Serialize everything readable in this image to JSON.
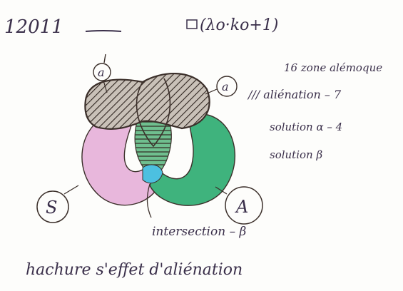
{
  "header": {
    "number": "12011",
    "formula": "(λo·ko+1)"
  },
  "circle_labels": {
    "top_left": "a",
    "top_right": "a",
    "left": "S",
    "right": "A"
  },
  "legend": {
    "line1": "16 zone alémoque",
    "line2": "/// aliénation – 7",
    "line3": "solution α – 4",
    "line4": "solution β"
  },
  "intersection_label": "intersection – β",
  "caption": "hachure s'effet d'aliénation",
  "colors": {
    "pink": "#e8b7dc",
    "green": "#3fb37d",
    "blue": "#4cc0e0",
    "ink": "#3b2f2a"
  }
}
